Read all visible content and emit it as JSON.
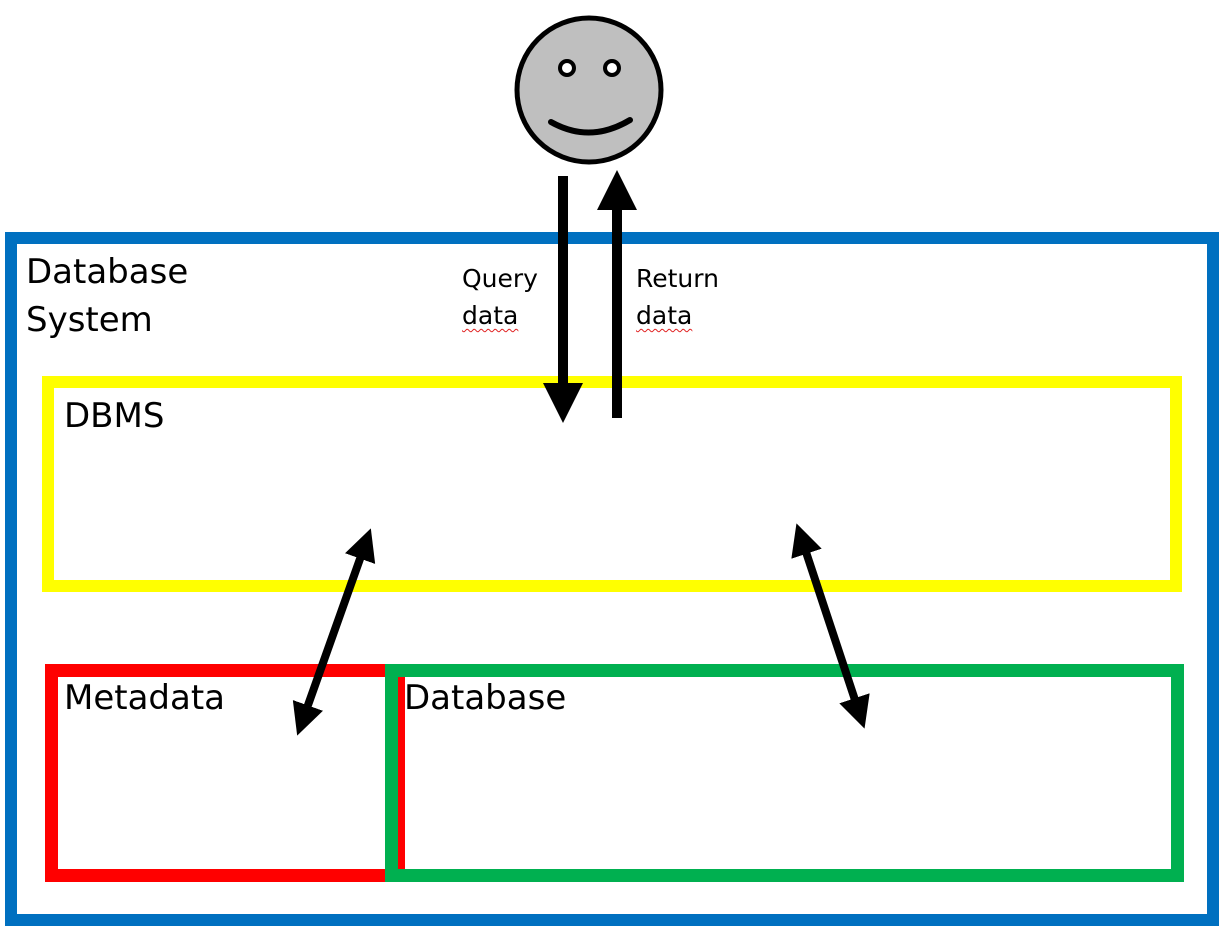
{
  "colors": {
    "system_border": "#0070c0",
    "dbms_border": "#ffff00",
    "metadata_border": "#ff0000",
    "database_border": "#00b050",
    "user_face_fill": "#bfbfbf",
    "arrow": "#000000"
  },
  "user": {
    "icon": "smiley-face-icon"
  },
  "system": {
    "label_line1": "Database",
    "label_line2": "System"
  },
  "dbms": {
    "label": "DBMS"
  },
  "metadata": {
    "label": "Metadata"
  },
  "database": {
    "label": "Database"
  },
  "flows": {
    "query": {
      "line1": "Query",
      "line2": "data"
    },
    "return": {
      "line1": "Return",
      "line2": "data"
    }
  }
}
